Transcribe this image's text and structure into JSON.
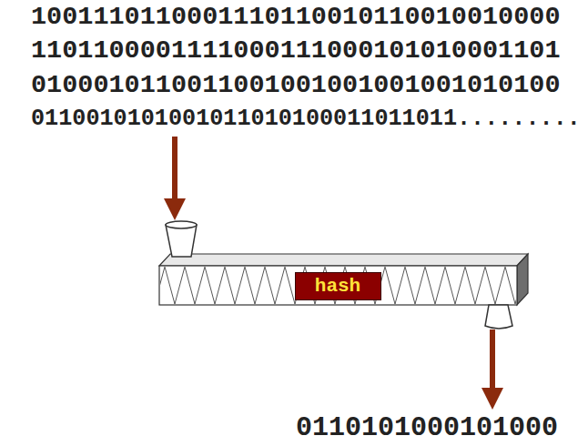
{
  "diagram": {
    "nodes": [
      {
        "text": [
          "hash"
        ]
      }
    ],
    "labels": [
      "1001110110001110110010110010010000",
      "1101100001111000111000101010001101",
      "0100010110011001001001001001010100",
      "0110010101001011010100011011011.........",
      "0110101000101000"
    ]
  }
}
